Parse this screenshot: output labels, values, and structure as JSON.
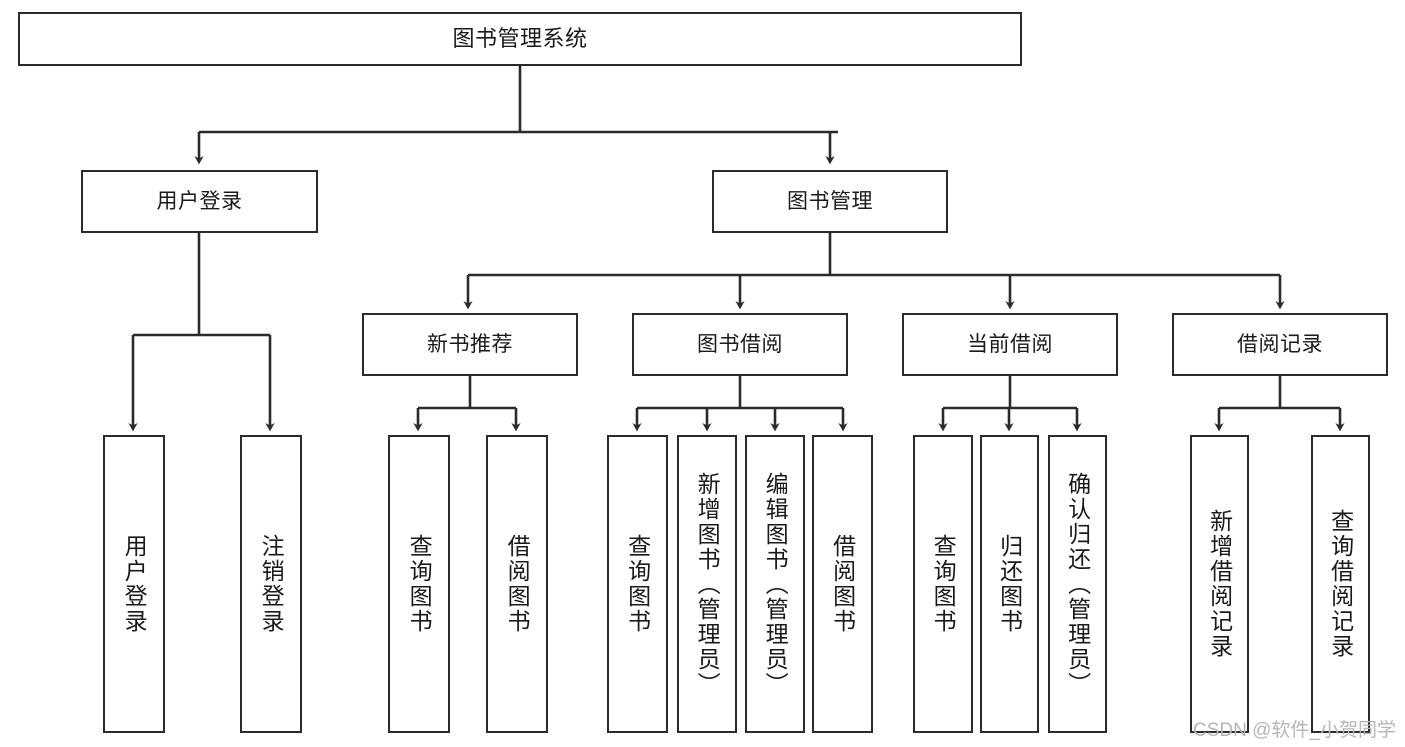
{
  "diagram": {
    "type": "tree",
    "title": "图书管理系统",
    "watermark": "CSDN @软件_小贺同学",
    "colors": {
      "stroke": "#2b2b2b",
      "fill": "#ffffff",
      "text": "#1a1a1a",
      "watermark": "#b6b6b6"
    },
    "nodes": {
      "root": {
        "label": "图书管理系统"
      },
      "level2": [
        {
          "id": "user-login",
          "label": "用户登录"
        },
        {
          "id": "book-manage",
          "label": "图书管理"
        }
      ],
      "level3": [
        {
          "id": "new-book-recommend",
          "label": "新书推荐"
        },
        {
          "id": "book-borrow",
          "label": "图书借阅"
        },
        {
          "id": "current-borrow",
          "label": "当前借阅"
        },
        {
          "id": "borrow-record",
          "label": "借阅记录"
        }
      ],
      "leaves": [
        {
          "id": "leaf-user-login",
          "label": "用户登录",
          "parent": "user-login"
        },
        {
          "id": "leaf-logout",
          "label": "注销登录",
          "parent": "user-login"
        },
        {
          "id": "leaf-query-book-1",
          "label": "查询图书",
          "parent": "new-book-recommend"
        },
        {
          "id": "leaf-borrow-book-1",
          "label": "借阅图书",
          "parent": "new-book-recommend"
        },
        {
          "id": "leaf-query-book-2",
          "label": "查询图书",
          "parent": "book-borrow"
        },
        {
          "id": "leaf-add-book",
          "label": "新增图书（管理员）",
          "parent": "book-borrow"
        },
        {
          "id": "leaf-edit-book",
          "label": "编辑图书（管理员）",
          "parent": "book-borrow"
        },
        {
          "id": "leaf-borrow-book-2",
          "label": "借阅图书",
          "parent": "book-borrow"
        },
        {
          "id": "leaf-query-book-3",
          "label": "查询图书",
          "parent": "current-borrow"
        },
        {
          "id": "leaf-return-book",
          "label": "归还图书",
          "parent": "current-borrow"
        },
        {
          "id": "leaf-confirm-return",
          "label": "确认归还（管理员）",
          "parent": "current-borrow"
        },
        {
          "id": "leaf-add-record",
          "label": "新增借阅记录",
          "parent": "borrow-record"
        },
        {
          "id": "leaf-query-record",
          "label": "查询借阅记录",
          "parent": "borrow-record"
        }
      ]
    }
  }
}
